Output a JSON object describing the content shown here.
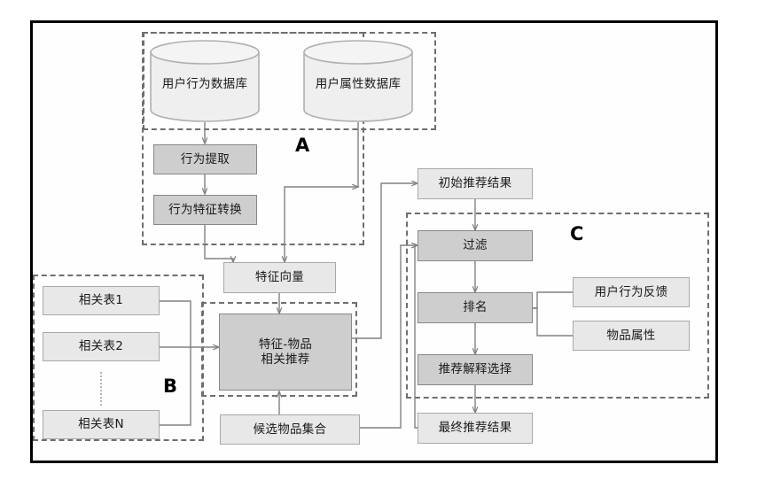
{
  "diagram": {
    "title": "Recommendation system architecture flowchart",
    "colors": {
      "frame": "#000000",
      "light_node_fill": "#e8e8e8",
      "light_node_border": "#a8a8a8",
      "dark_node_fill": "#cecece",
      "dark_node_border": "#878787",
      "dashed_group": "#6e6e6e",
      "connector": "#808080",
      "cylinder_fill": "#efefef",
      "cylinder_border": "#b0b0b0"
    },
    "group_labels": [
      {
        "id": "A",
        "text": "A"
      },
      {
        "id": "B",
        "text": "B"
      },
      {
        "id": "C",
        "text": "C"
      }
    ],
    "databases": [
      {
        "id": "user-behavior-db",
        "label": "用户行为数据库"
      },
      {
        "id": "user-attribute-db",
        "label": "用户属性数据库"
      }
    ],
    "nodes": [
      {
        "id": "behavior-extraction",
        "label": "行为提取",
        "style": "dark"
      },
      {
        "id": "behavior-feature-transform",
        "label": "行为特征转换",
        "style": "dark"
      },
      {
        "id": "feature-vector",
        "label": "特征向量",
        "style": "light"
      },
      {
        "id": "relation-table-1",
        "label": "相关表1",
        "style": "light"
      },
      {
        "id": "relation-table-2",
        "label": "相关表2",
        "style": "light"
      },
      {
        "id": "relation-table-n",
        "label": "相关表N",
        "style": "light"
      },
      {
        "id": "feature-item-recommendation",
        "label": "特征-物品\n相关推荐",
        "style": "dark"
      },
      {
        "id": "candidate-item-set",
        "label": "候选物品集合",
        "style": "light"
      },
      {
        "id": "initial-recommendation-result",
        "label": "初始推荐结果",
        "style": "light"
      },
      {
        "id": "filter",
        "label": "过滤",
        "style": "dark"
      },
      {
        "id": "ranking",
        "label": "排名",
        "style": "dark"
      },
      {
        "id": "recommendation-explanation-selection",
        "label": "推荐解释选择",
        "style": "dark"
      },
      {
        "id": "final-recommendation-result",
        "label": "最终推荐结果",
        "style": "light"
      },
      {
        "id": "user-behavior-feedback",
        "label": "用户行为反馈",
        "style": "light"
      },
      {
        "id": "item-attribute",
        "label": "物品属性",
        "style": "light"
      }
    ]
  }
}
